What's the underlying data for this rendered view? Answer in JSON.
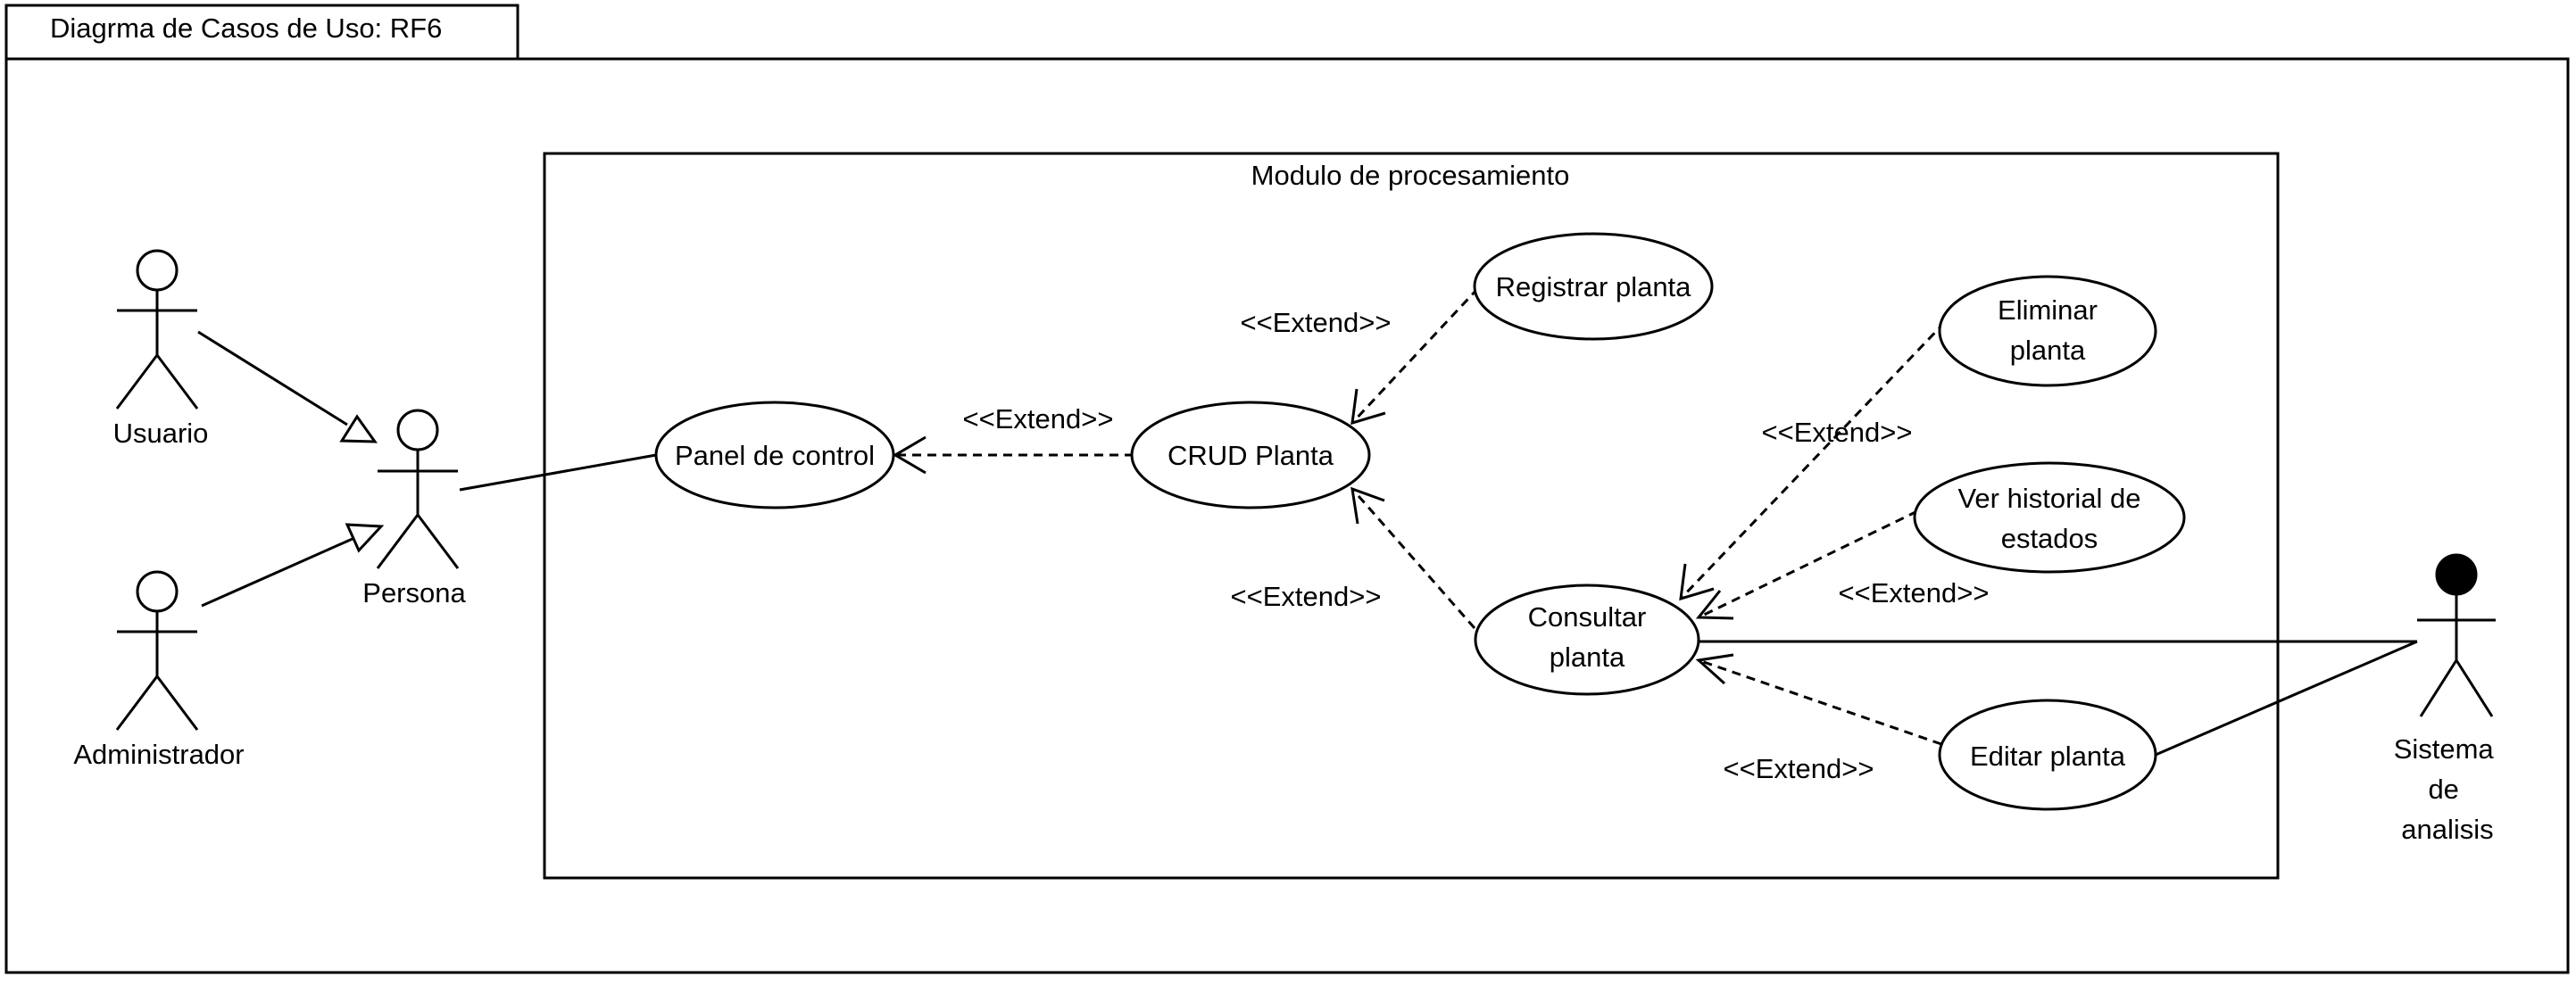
{
  "frame": {
    "title": "Diagrma de Casos de Uso: RF6"
  },
  "system": {
    "title": "Modulo de procesamiento"
  },
  "actors": {
    "usuario": "Usuario",
    "administrador": "Administrador",
    "persona": "Persona",
    "sistema": [
      "Sistema",
      "de",
      "analisis"
    ]
  },
  "use_cases": {
    "panel": [
      "Panel de control"
    ],
    "crud": [
      "CRUD Planta"
    ],
    "registrar": [
      "Registrar planta"
    ],
    "eliminar": [
      "Eliminar",
      "planta"
    ],
    "ver_historial": [
      "Ver historial de",
      "estados"
    ],
    "consultar": [
      "Consultar",
      "planta"
    ],
    "editar": [
      "Editar planta"
    ]
  },
  "relations": {
    "extend_crud_panel": "<<Extend>>",
    "extend_registrar_crud": "<<Extend>>",
    "extend_consultar_crud": "<<Extend>>",
    "extend_eliminar_consultar": "<<Extend>>",
    "extend_historial_consultar": "<<Extend>>",
    "extend_editar_consultar": "<<Extend>>"
  }
}
